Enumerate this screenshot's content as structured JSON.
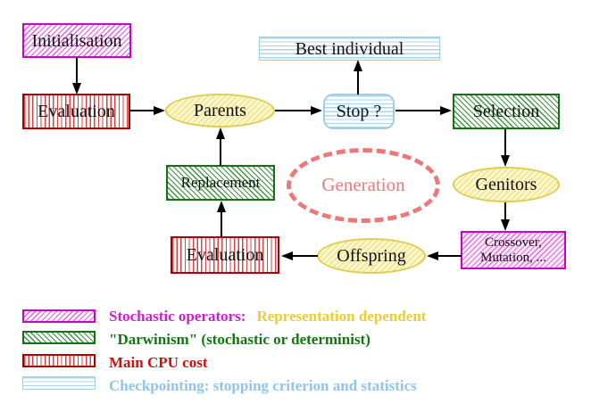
{
  "nodes": {
    "initialisation": "Initialisation",
    "evaluation_top": "Evaluation",
    "parents": "Parents",
    "best_individual": "Best individual",
    "stop": "Stop ?",
    "selection": "Selection",
    "genitors": "Genitors",
    "crossover_line1": "Crossover,",
    "crossover_line2": "Mutation, ...",
    "offspring": "Offspring",
    "evaluation_bottom": "Evaluation",
    "replacement": "Replacement",
    "generation": "Generation"
  },
  "legend": {
    "items": [
      {
        "name": "stochastic-operators",
        "pattern": "magenta-diagonal-hatch",
        "text": "Stochastic operators:",
        "text2": "Representation dependent",
        "text_color": "#cc22cc",
        "text2_color": "#eecc33"
      },
      {
        "name": "darwinism",
        "pattern": "green-diagonal-hatch",
        "text": "\"Darwinism\" (stochastic or determinist)",
        "text_color": "#117711"
      },
      {
        "name": "main-cpu-cost",
        "pattern": "red-vertical-stripes",
        "text": "Main CPU cost",
        "text_color": "#cc1111"
      },
      {
        "name": "checkpointing",
        "pattern": "cyan-horizontal-stripes",
        "text": "Checkpointing: stopping criterion and statistics",
        "text_color": "#8fc6e8"
      }
    ]
  },
  "colors": {
    "magenta_border": "#cc00cc",
    "green_border": "#167016",
    "red_border": "#aa0000",
    "cyan_border": "#9fcde4",
    "yellow_border": "#ddce52",
    "salmon": "#ee7878",
    "arrow": "#000000",
    "background": "#ffffff"
  }
}
